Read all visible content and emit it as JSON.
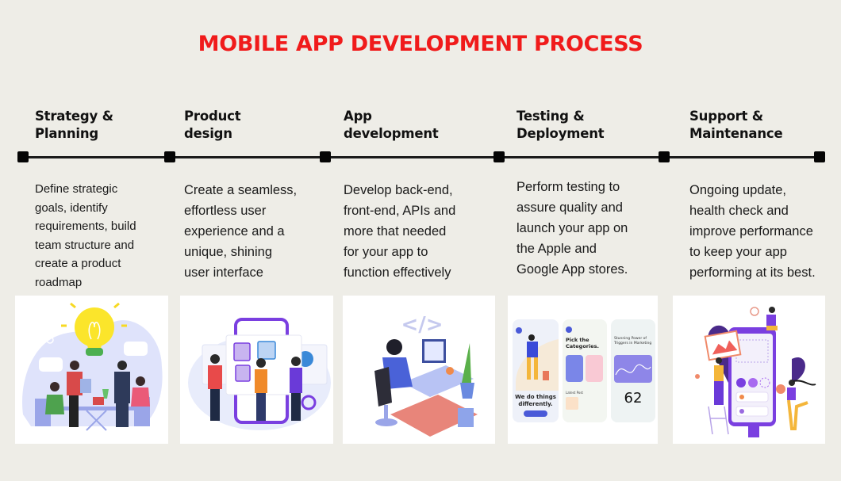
{
  "title": "MOBILE APP DEVELOPMENT PROCESS",
  "colors": {
    "accent": "#f01b1b",
    "background": "#eeede7",
    "timeline": "#1a1a1a"
  },
  "steps": [
    {
      "title_line1": "Strategy &",
      "title_line2": "Planning",
      "description": [
        "Define strategic",
        "goals, identify",
        "requirements, build",
        "team structure and",
        "create a product",
        "roadmap"
      ],
      "illustration": "team-brainstorm-lightbulb-illustration"
    },
    {
      "title_line1": "Product",
      "title_line2": "design",
      "description": [
        "Create a seamless,",
        "effortless user",
        "experience and a",
        "unique, shining",
        "user interface"
      ],
      "illustration": "ui-design-team-phone-illustration"
    },
    {
      "title_line1": "App",
      "title_line2": "development",
      "description": [
        "Develop back-end,",
        "front-end, APIs and",
        "more that needed",
        "for your app to",
        "function effectively"
      ],
      "illustration": "developer-at-desk-illustration"
    },
    {
      "title_line1": "Testing &",
      "title_line2": "Deployment",
      "description": [
        "Perform testing to",
        "assure quality and",
        "launch your app on",
        "the Apple and",
        "Google App stores."
      ],
      "illustration": "app-screens-mockup-illustration",
      "mockup": {
        "screen1_text": "We do things differently.",
        "screen2_heading": "Pick the Categories.",
        "screen2_section": "Latest Post",
        "screen3_heading": "Stunning Power of Triggers in Marketing",
        "screen3_number": "62"
      }
    },
    {
      "title_line1": "Support &",
      "title_line2": "Maintenance",
      "description": [
        "Ongoing update,",
        "health check and",
        "improve performance",
        "to keep your app",
        "performing at its best."
      ],
      "illustration": "app-maintenance-team-illustration"
    }
  ]
}
